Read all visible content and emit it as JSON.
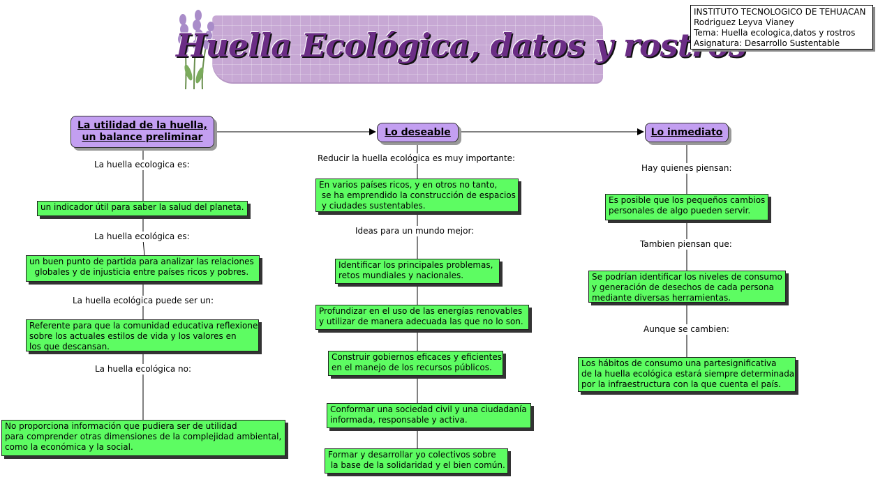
{
  "banner": {
    "title": "Huella Ecológica, datos y rostros"
  },
  "info": {
    "line1": "INSTITUTO TECNOLOGICO DE TEHUACAN",
    "line2": "Rodriguez Leyva Vianey",
    "line3": "Tema: Huella ecologica,datos y rostros",
    "line4": "Asignatura: Desarrollo Sustentable"
  },
  "col1": {
    "header": "La utilidad de la huella,\nun balance preliminar",
    "label1": "La huella ecologica es:",
    "box1": "un indicador útil para saber la salud del planeta.",
    "label2": "La huella ecológica es:",
    "box2": "un buen punto de partida para analizar las relaciones\n  globales y de injusticia entre países ricos y pobres.",
    "label3": "La huella ecológica puede ser un:",
    "box3": "Referente para que la comunidad educativa reflexione\nsobre los actuales estilos de vida y los valores en\nlos que descansan.",
    "label4": "La huella ecológica no:",
    "box4": "No proporciona información que pudiera ser de utilidad\npara comprender otras dimensiones de la complejidad ambiental,\ncomo la económica y la social."
  },
  "col2": {
    "header": "Lo deseable",
    "label1": "Reducir la huella ecológica es muy importante:",
    "box1": "En varios países ricos, y en otros no tanto,\n se ha emprendido la construcción de espacios\n y ciudades sustentables.",
    "label2": "Ideas para un mundo mejor:",
    "box2": "Identificar los principales problemas,\nretos mundiales y nacionales.",
    "box3": "Profundizar en el uso de las energías renovables\ny utilizar de manera adecuada las que no lo son.",
    "box4": "Construir gobiernos eficaces y eficientes\nen el manejo de los recursos públicos.",
    "box5": "Conformar una sociedad civil y una ciudadanía\ninformada, responsable y activa.",
    "box6": "Formar y desarrollar yo colectivos sobre\n la base de la solidaridad y el bien común."
  },
  "col3": {
    "header": "Lo inmediato",
    "label1": "Hay quienes piensan:",
    "box1": "Es posible que los pequeños cambios\npersonales de algo pueden servir.",
    "label2": "Tambien piensan que:",
    "box2": "Se podrían identificar los niveles de consumo\ny generación de desechos de cada persona\nmediante diversas herramientas.",
    "label3": "Aunque se cambien:",
    "box3": "Los hábitos de consumo una partesignificativa\nde la huella ecológica estará siempre determinada\npor la infraestructura con la que cuenta el país."
  },
  "colors": {
    "header_fill": "#c39ff1",
    "box_fill": "#5dfc62",
    "banner_fill": "#c7a8d4",
    "title_color": "#6b2d85"
  }
}
